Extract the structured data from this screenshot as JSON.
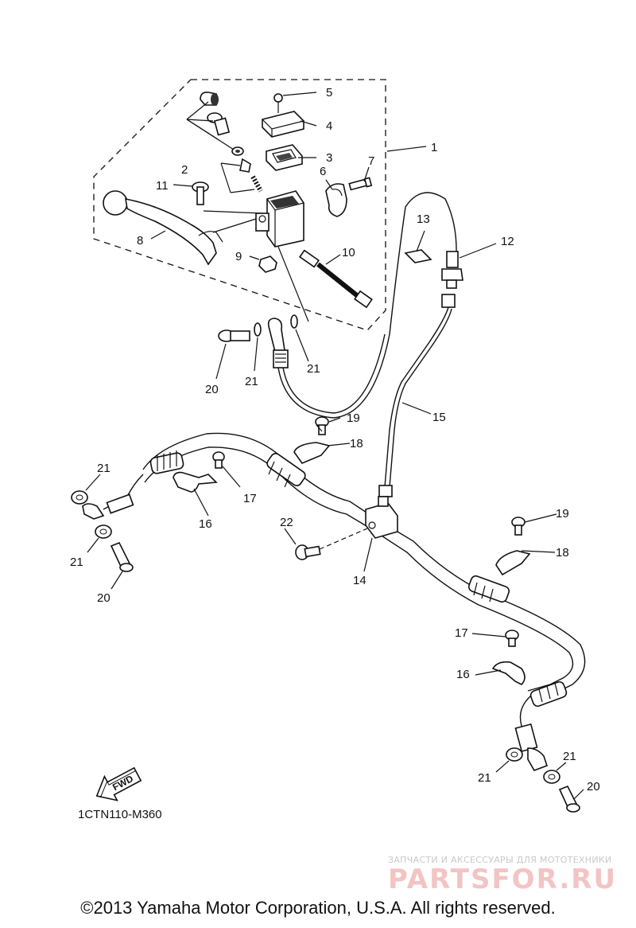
{
  "callouts": {
    "c1": "1",
    "c2": "2",
    "c3": "3",
    "c4": "4",
    "c5": "5",
    "c6": "6",
    "c7": "7",
    "c8": "8",
    "c9": "9",
    "c10": "10",
    "c11": "11",
    "c12": "12",
    "c13": "13",
    "c14": "14",
    "c15": "15",
    "c16a": "16",
    "c16b": "16",
    "c17a": "17",
    "c17b": "17",
    "c18a": "18",
    "c18b": "18",
    "c19a": "19",
    "c19b": "19",
    "c20a": "20",
    "c20b": "20",
    "c20c": "20",
    "c21a": "21",
    "c21b": "21",
    "c21c": "21",
    "c21d": "21",
    "c21e": "21",
    "c21f": "21",
    "c22": "22"
  },
  "fwd_label": "FWD",
  "diagram_code": "1CTN110-M360",
  "watermark": {
    "tagline": "ЗАПЧАСТИ И АКСЕССУАРЫ ДЛЯ МОТОТЕХНИКИ",
    "brand": "PARTSFOR.RU"
  },
  "copyright": "©2013 Yamaha Motor Corporation, U.S.A. All rights reserved."
}
